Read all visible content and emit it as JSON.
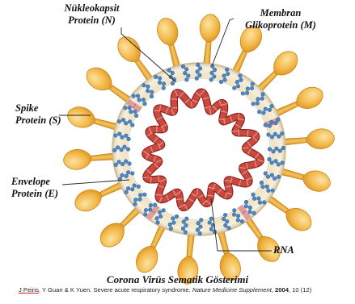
{
  "labels": {
    "nukleokapsit": [
      "Nükleokapsit",
      "Protein (N)"
    ],
    "membran": [
      "Membran",
      "Glikoprotein (M)"
    ],
    "spike": [
      "Spike",
      "Protein (S)"
    ],
    "envelope": [
      "Envelope",
      "Protein (E)"
    ],
    "rna": "RNA"
  },
  "caption": {
    "title": "Corona Virüs Sematik Gösterimi",
    "ref_authors_a": "J Peiris",
    "ref_authors_b": ", Y Guan & K Yuen",
    "ref_text": ". Severe acute respiratory syndrome. ",
    "ref_journal": "Nature Medicine Supplement",
    "ref_year_prefix": ", ",
    "ref_year": "2004",
    "ref_volume": ", 10 (12)"
  },
  "colors": {
    "spike_fill": "#f3b84a",
    "spike_edge": "#c98618",
    "envelope_fill": "#f4e9cf",
    "envelope_edge": "#c9b892",
    "membrane_protein": "#4a86c9",
    "rna_fill": "#c84a3e",
    "rna_edge": "#8a2320",
    "interior": "#ffffff",
    "e_protein": "#d98f92"
  }
}
